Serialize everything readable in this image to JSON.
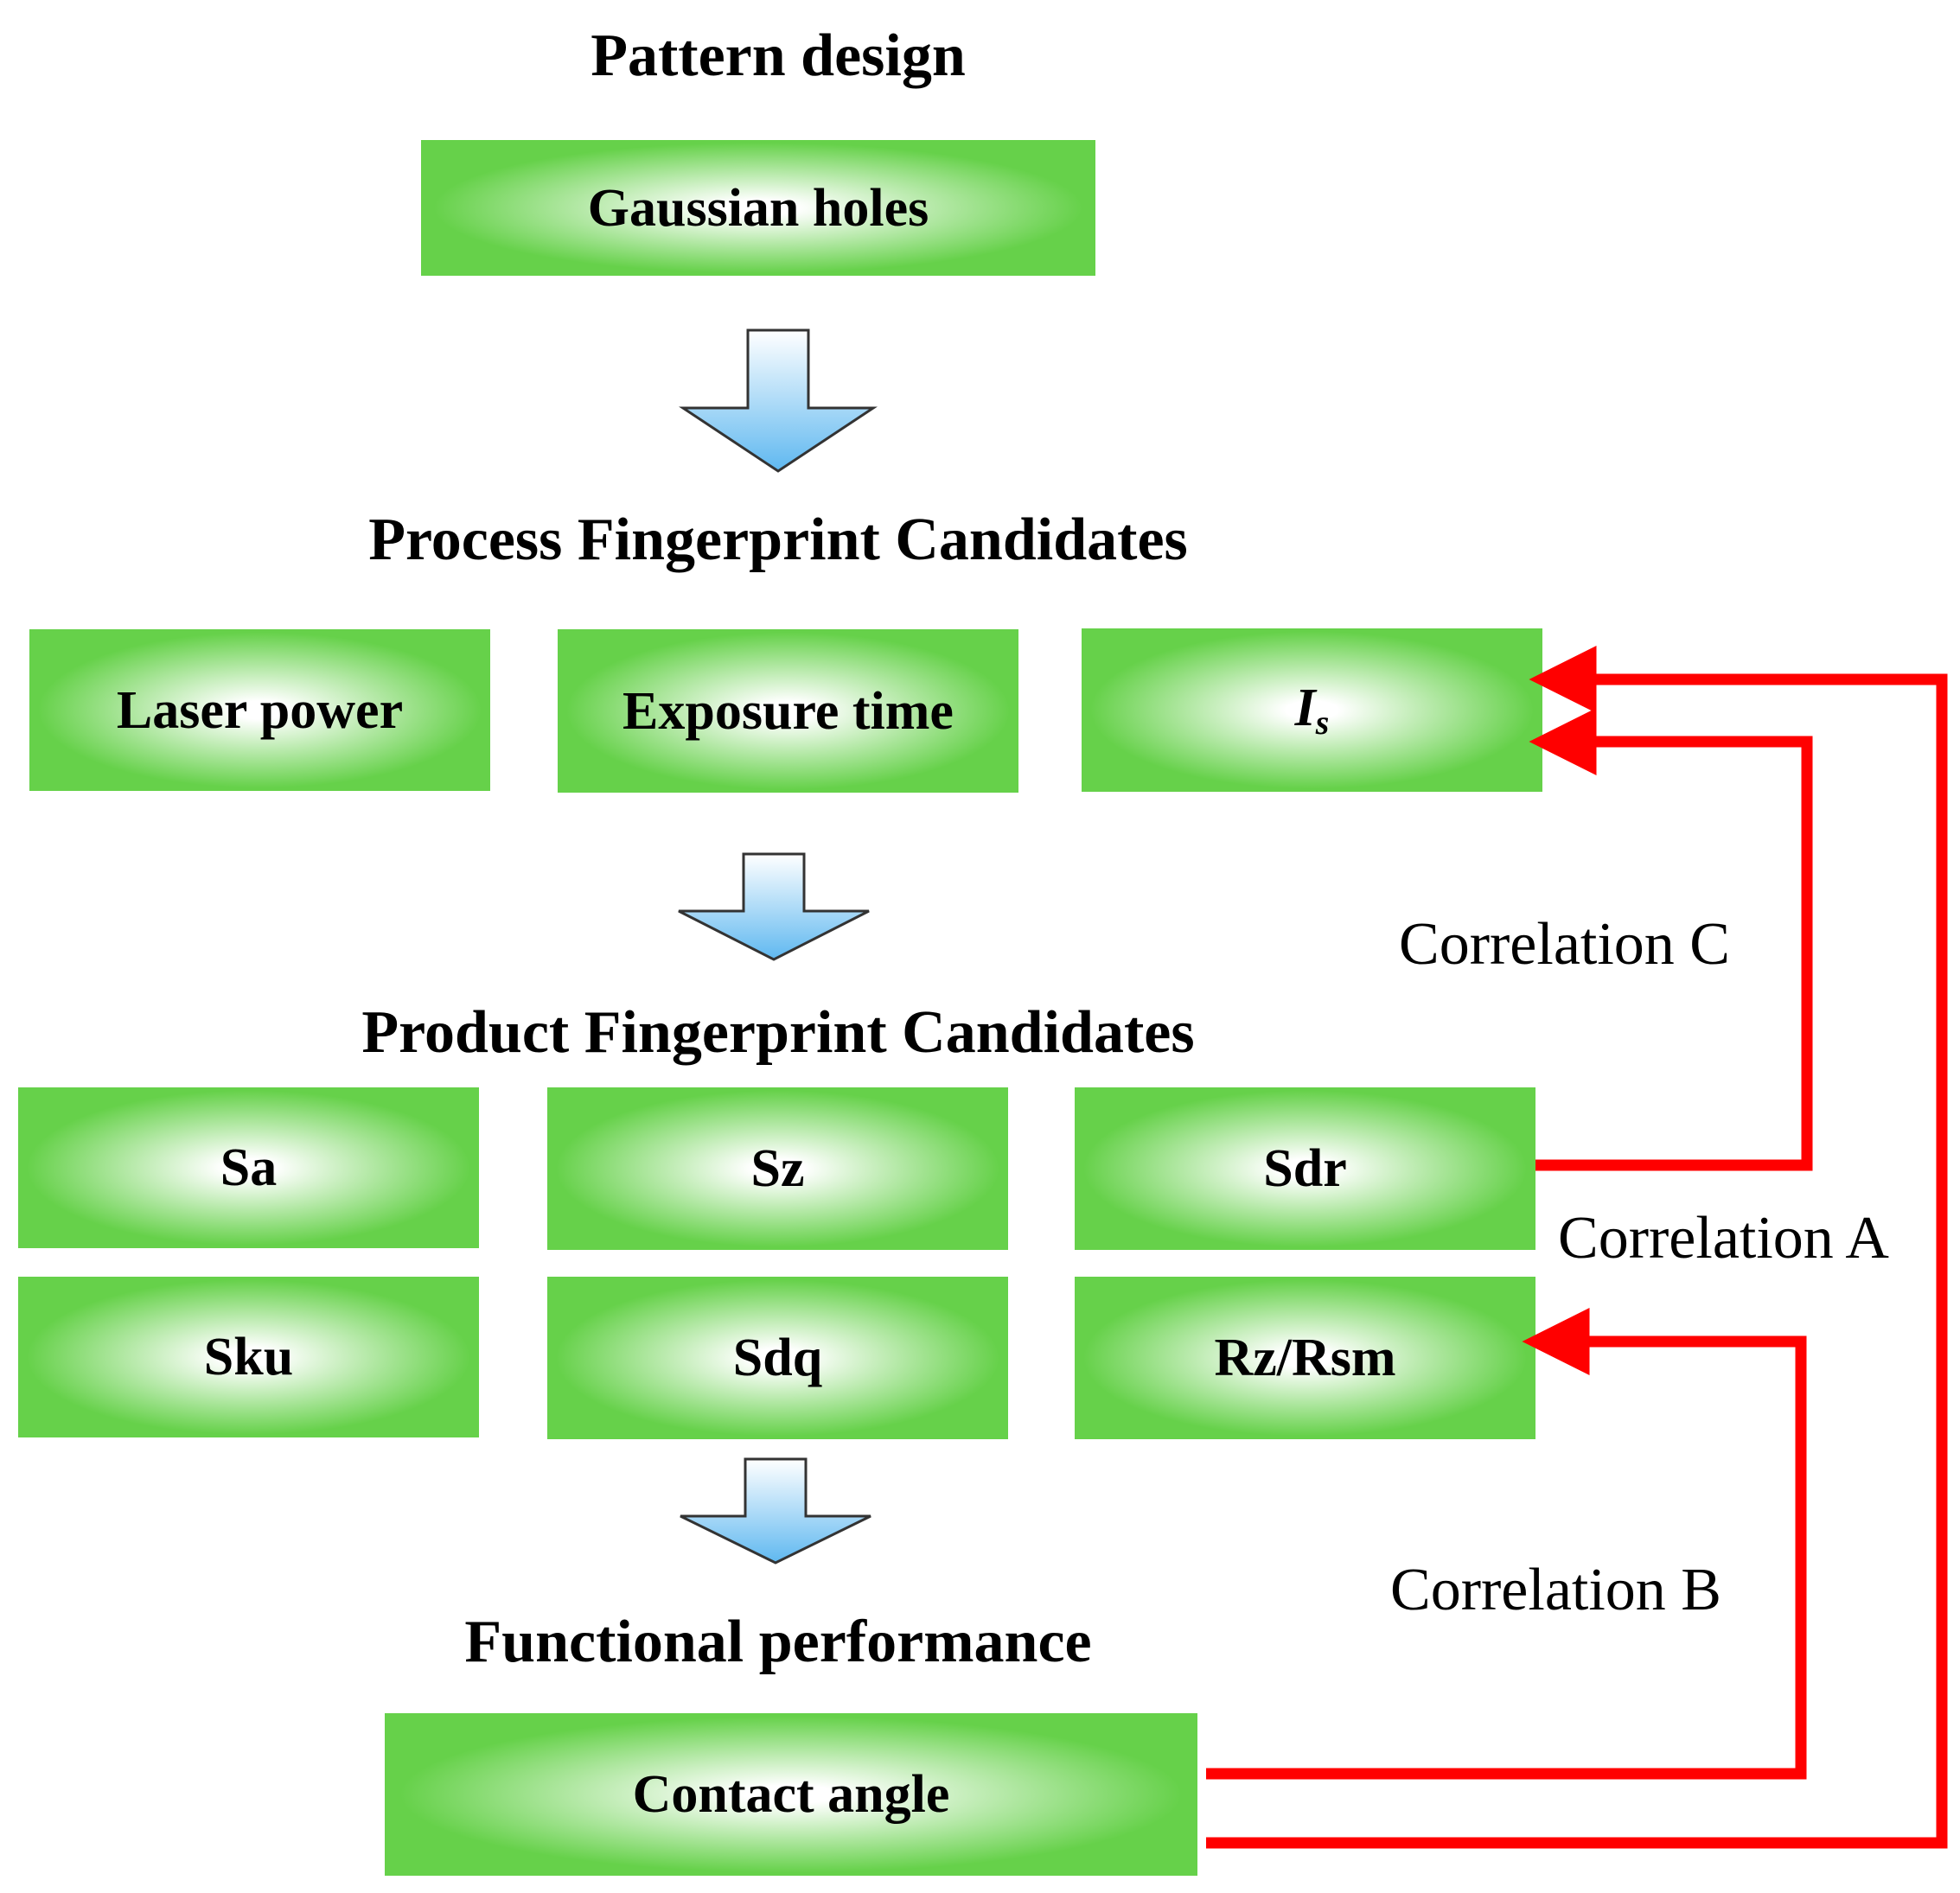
{
  "headings": {
    "pattern_design": "Pattern design",
    "process_candidates": "Process Fingerprint Candidates",
    "product_candidates": "Product Fingerprint Candidates",
    "functional_performance": "Functional performance"
  },
  "boxes": {
    "gaussian_holes": "Gaussian holes",
    "laser_power": "Laser power",
    "exposure_time": "Exposure time",
    "is_main": "I",
    "is_sub": "s",
    "sa": "Sa",
    "sz": "Sz",
    "sdr": "Sdr",
    "sku": "Sku",
    "sdq": "Sdq",
    "rz_rsm": "Rz/Rsm",
    "contact_angle": "Contact angle"
  },
  "correlations": {
    "a": "Correlation A",
    "b": "Correlation B",
    "c": "Correlation C"
  },
  "colors": {
    "box_green": "#66d14a",
    "connector_red": "#ff0000",
    "arrow_fill_top": "#ffffff",
    "arrow_fill_bottom": "#5fb8f0"
  }
}
